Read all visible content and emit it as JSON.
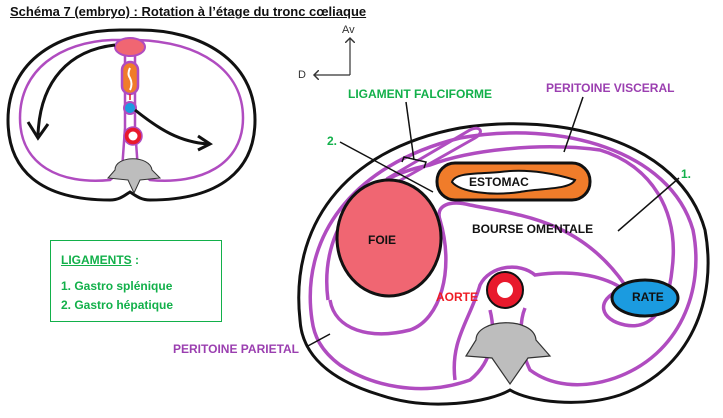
{
  "title": "Schéma 7 (embryo) : Rotation à l’étage du tronc cœliaque",
  "orientation": {
    "anterior": "Av",
    "right": "D"
  },
  "legend": {
    "heading": "LIGAMENTS",
    "colon": ":",
    "items": [
      "1. Gastro splénique",
      "2. Gastro hépatique"
    ]
  },
  "labels": {
    "ligament_falciforme": "LIGAMENT FALCIFORME",
    "peritoine_visceral": "PERITOINE VISCERAL",
    "peritoine_parietal": "PERITOINE PARIETAL",
    "marker_1": "1.",
    "marker_2": "2.",
    "foie": "FOIE",
    "estomac": "ESTOMAC",
    "bourse_omentale": "BOURSE OMENTALE",
    "aorte": "AORTE",
    "rate": "RATE"
  },
  "colors": {
    "peritoneum": "#b04cc0",
    "ligament_text": "#12b04a",
    "liver": "#f06672",
    "stomach": "#f07c2a",
    "aorta": "#e8192c",
    "spleen": "#1b9be0",
    "vertebra": "#bdbdbd"
  }
}
